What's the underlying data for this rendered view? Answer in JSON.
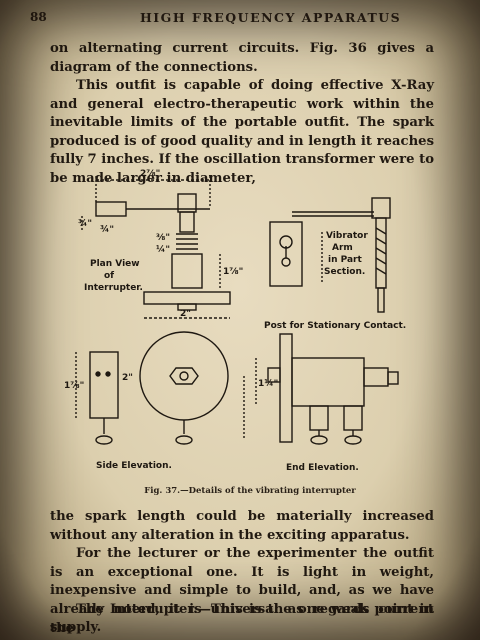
{
  "header": {
    "page_number": "88",
    "running_head": "HIGH FREQUENCY APPARATUS"
  },
  "paragraphs": {
    "p1": "on alternating current circuits. Fig. 36 gives a diagram of the connections.",
    "p2": "This outfit is capable of doing effective X-Ray and general electro-therapeutic work within the inevitable limits of the portable outfit. The spark produced is of good quality and in length it reaches fully 7 inches. If the oscillation transformer were to be made larger in diameter,",
    "p3": "the spark length could be materially increased without any alteration in the exciting apparatus.",
    "p4": "For the lecturer or the experimenter the outfit is an exceptional one. It is light in weight, inexpensive and simple to build, and, as we have already noted, it is universal as regards current supply.",
    "p5_heading": "The Interrupter.",
    "p5_text": "—This is the one weak point in the"
  },
  "figure": {
    "caption": "Fig. 37.—Details of the vibrating interrupter",
    "labels": {
      "plan_view_1": "Plan View",
      "plan_view_2": "of",
      "plan_view_3": "Interrupter.",
      "vibrator_1": "Vibrator",
      "vibrator_2": "Arm",
      "vibrator_3": "in Part",
      "vibrator_4": "Section.",
      "post_contact": "Post for Stationary Contact.",
      "side_elevation": "Side Elevation.",
      "end_elevation": "End Elevation."
    },
    "dimensions": {
      "top_width": "2⅞\"",
      "bottom_width": "2\"",
      "height_plan": "1⅞\"",
      "frac_3_4_a": "¾\"",
      "frac_3_4_b": "¾\"",
      "frac_3_8": "⅜\"",
      "frac_1_4": "¼\"",
      "side_height": "1⅞\"",
      "side_2": "2\"",
      "end_height": "1¼\""
    }
  }
}
